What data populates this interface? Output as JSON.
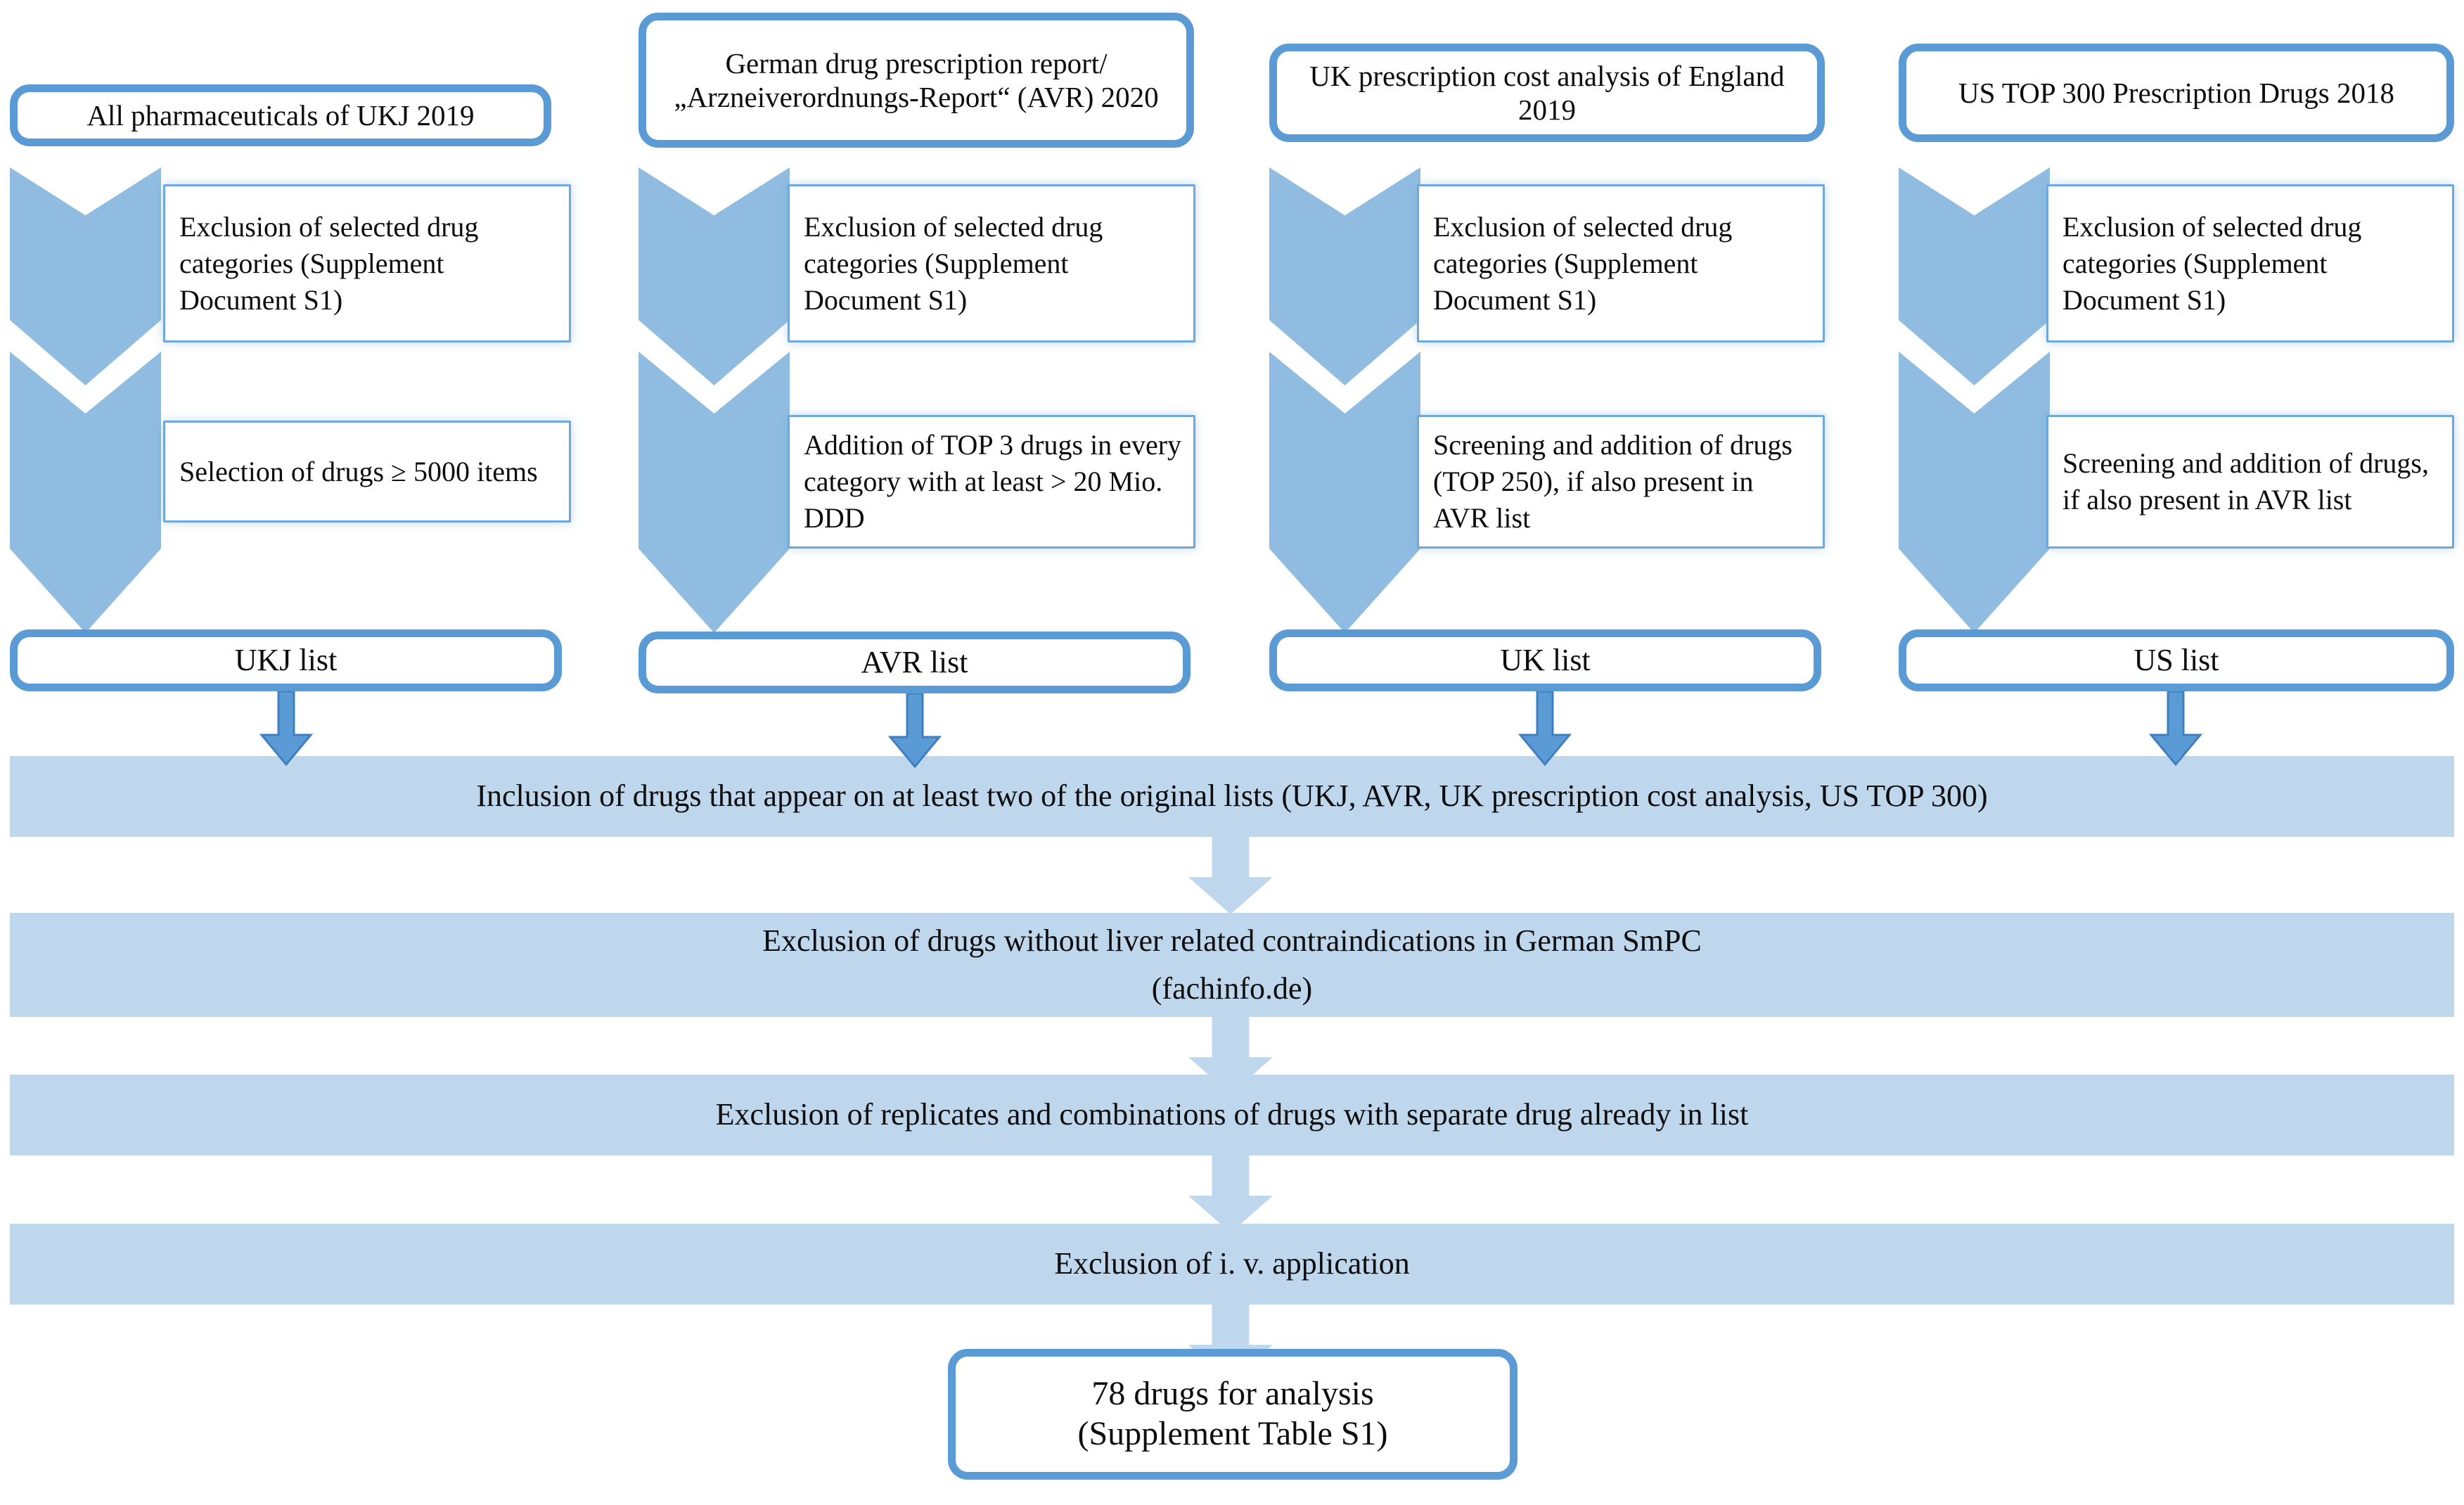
{
  "diagram": {
    "title": "Drug selection flowchart",
    "colors": {
      "box_border": "#5b9bd5",
      "step_border": "#6fa8dc",
      "chevron": "#8fbce0",
      "band": "#bed7ed",
      "arrow": "#5b9bd5",
      "text": "#0d0d0d",
      "background": "#ffffff"
    }
  },
  "columns": [
    {
      "id": "ukj",
      "source_label": "All pharmaceuticals of UKJ 2019",
      "steps": [
        "Exclusion of selected drug categories (Supplement Document S1)",
        "Selection of drugs ≥ 5000 items"
      ],
      "output_label": "UKJ list"
    },
    {
      "id": "avr",
      "source_label": "German drug prescription report/„Arzneiverordnungs-Report“ (AVR) 2020",
      "steps": [
        "Exclusion of selected drug categories (Supplement Document S1)",
        "Addition of TOP 3 drugs in every category with at least > 20 Mio. DDD"
      ],
      "output_label": "AVR list"
    },
    {
      "id": "uk",
      "source_label": "UK prescription cost analysis of England 2019",
      "steps": [
        "Exclusion of selected drug categories (Supplement Document S1)",
        "Screening and addition of drugs (TOP 250), if also present in AVR list"
      ],
      "output_label": "UK list"
    },
    {
      "id": "us",
      "source_label": "US TOP 300 Prescription Drugs 2018",
      "steps": [
        "Exclusion of selected drug categories (Supplement Document S1)",
        "Screening and addition of drugs, if also present in AVR list"
      ],
      "output_label": "US list"
    }
  ],
  "bands": [
    {
      "id": "inclusion",
      "line1": "Inclusion of drugs that appear on at least two of the original lists (UKJ, AVR, UK prescription cost analysis, US TOP 300)",
      "line2": ""
    },
    {
      "id": "smpc-exclusion",
      "line1": "Exclusion of drugs without liver related contraindications in German SmPC",
      "line2": "(fachinfo.de)"
    },
    {
      "id": "replicate-exclusion",
      "line1": "Exclusion of replicates and combinations of drugs with separate drug already in list",
      "line2": ""
    },
    {
      "id": "iv-exclusion",
      "line1": "Exclusion of i. v. application",
      "line2": ""
    }
  ],
  "result": {
    "line1": "78 drugs for analysis",
    "line2": "(Supplement Table S1)"
  }
}
